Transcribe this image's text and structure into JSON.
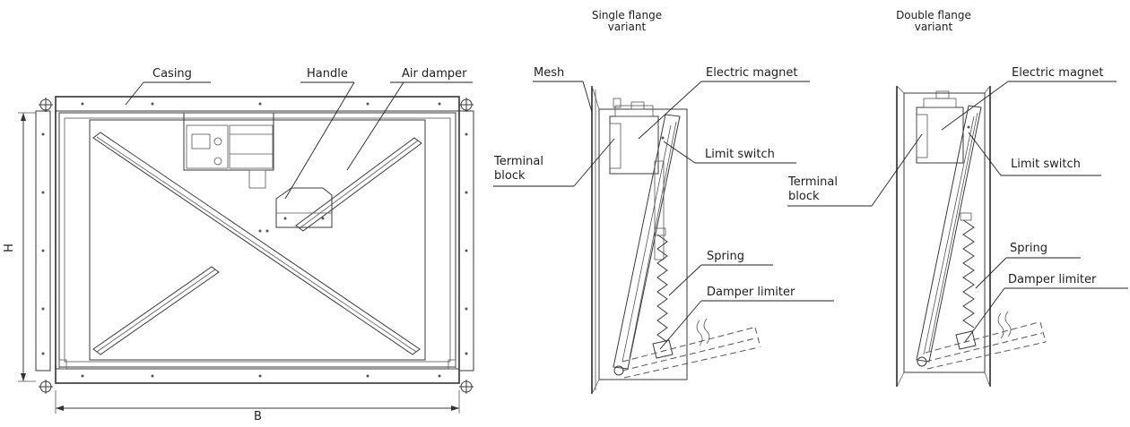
{
  "front_view": {
    "labels": {
      "casing": "Casing",
      "handle": "Handle",
      "air_damper": "Air damper",
      "height_dim": "H",
      "width_dim": "B"
    }
  },
  "single_flange": {
    "title_line1": "Single flange",
    "title_line2": "variant",
    "labels": {
      "mesh": "Mesh",
      "electric_magnet": "Electric magnet",
      "terminal_block_line1": "Terminal",
      "terminal_block_line2": "block",
      "limit_switch": "Limit switch",
      "spring": "Spring",
      "damper_limiter": "Damper limiter"
    }
  },
  "double_flange": {
    "title_line1": "Double flange",
    "title_line2": "variant",
    "labels": {
      "electric_magnet": "Electric magnet",
      "terminal_block_line1": "Terminal",
      "terminal_block_line2": "block",
      "limit_switch": "Limit switch",
      "spring": "Spring",
      "damper_limiter": "Damper limiter"
    }
  },
  "colors": {
    "line": "#3a3a3a",
    "background": "#ffffff"
  }
}
